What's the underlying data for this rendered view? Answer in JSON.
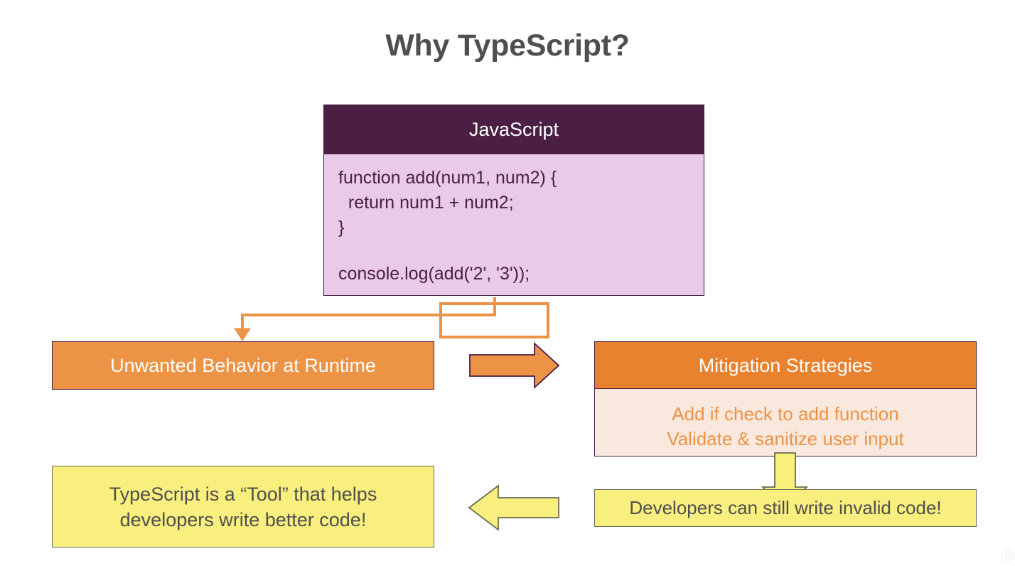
{
  "slide": {
    "title": "Why TypeScript?",
    "background_color": "#ffffff",
    "title_color": "#4f4f4f"
  },
  "code_card": {
    "header_label": "JavaScript",
    "header_bg": "#4a1f43",
    "body_bg": "#e9cbe9",
    "code_color": "#4a1f43",
    "lines": [
      "function add(num1, num2) {",
      "  return num1 + num2;",
      "}",
      "",
      "console.log(add('2', '3'));"
    ],
    "highlight": {
      "target_text": "add('2', '3'))",
      "color": "#ed9346"
    }
  },
  "connector": {
    "color": "#ed9346",
    "from": "code-highlight",
    "to": "unwanted-behavior-box"
  },
  "runtime_box": {
    "label": "Unwanted Behavior at Runtime",
    "bg": "#ed9346",
    "text_color": "#ffffff",
    "border": "#4a1f43"
  },
  "arrow_right": {
    "direction": "right",
    "fill": "#ed9346",
    "stroke": "#4a1f43"
  },
  "mitigation_card": {
    "header_label": "Mitigation Strategies",
    "header_bg": "#e8822e",
    "body_bg": "#f9e8dd",
    "body_text_color": "#ed9346",
    "body_lines": [
      "Add if check to add function",
      "Validate & sanitize user input"
    ]
  },
  "arrow_down": {
    "direction": "down",
    "fill": "#f7f07a",
    "stroke": "#6b6b54"
  },
  "invalid_box": {
    "label": "Developers can still write invalid code!",
    "bg": "#f9ef7e",
    "text_color": "#4f4f4f",
    "border": "#6b6b54"
  },
  "arrow_left": {
    "direction": "left",
    "fill": "#f9ef7e",
    "stroke": "#6b6b54"
  },
  "tool_box": {
    "line1": "TypeScript is a “Tool” that helps",
    "line2": "developers write better code!",
    "bg": "#f9ef7e",
    "text_color": "#4f4f4f",
    "border": "#6b6b54"
  },
  "watermark": {
    "label": "Ⓤ"
  }
}
